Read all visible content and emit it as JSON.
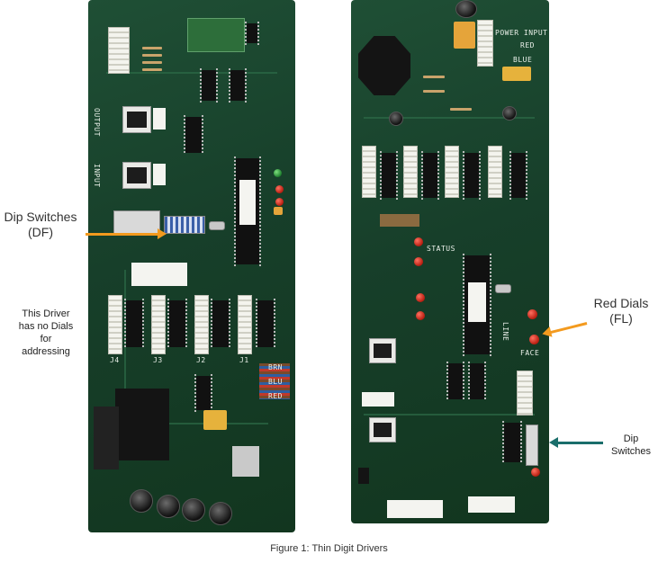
{
  "callouts": {
    "dip_df": [
      "Dip Switches",
      "(DF)"
    ],
    "no_dials": [
      "This Driver",
      "has no Dials",
      "for",
      "addressing"
    ],
    "red_dials": [
      "Red Dials",
      "(FL)"
    ],
    "dip_right": [
      "Dip",
      "Switches"
    ]
  },
  "caption": "Figure 1: Thin Digit Drivers",
  "silkscreen_left": {
    "output": "OUTPUT",
    "input": "INPUT",
    "j4": "J4",
    "j3": "J3",
    "j2": "J2",
    "j1": "J1",
    "brn": "BRN",
    "blu": "BLU",
    "red": "RED"
  },
  "silkscreen_right": {
    "power_input": "POWER INPUT",
    "red": "RED",
    "blue": "BLUE",
    "status": "STATUS",
    "face": "FACE",
    "line": "LINE"
  },
  "colors": {
    "orange_arrow": "#f39a1e",
    "teal_arrow": "#1a6e6b",
    "pcb_green": "#173f2a"
  }
}
